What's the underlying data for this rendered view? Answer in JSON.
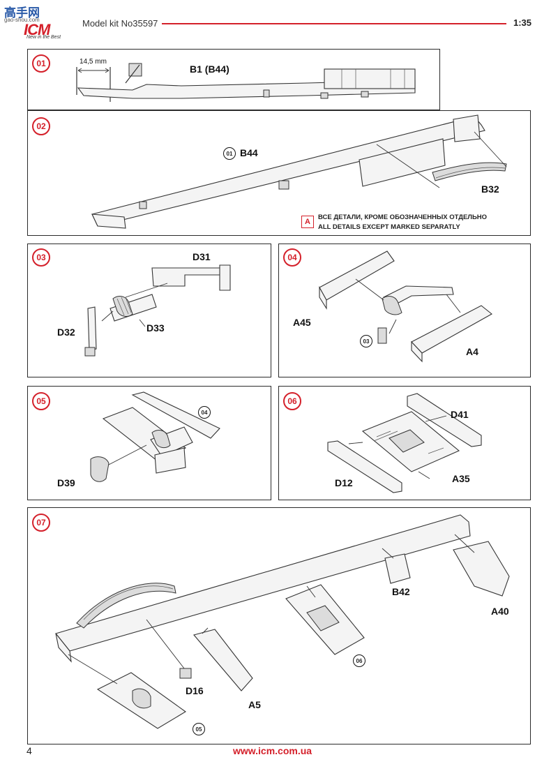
{
  "header": {
    "logo_cn": "高手网",
    "logo_url": "gao-shou.com",
    "logo_brand": "ICM",
    "logo_slogan": "New in the Best",
    "title": "Model kit No35597",
    "scale": "1:35",
    "accent_color": "#d4202a"
  },
  "steps": {
    "s01": {
      "num": "01",
      "part": "B1 (B44)",
      "dimension": "14,5 mm"
    },
    "s02": {
      "num": "02",
      "ref": "01",
      "part_a": "B44",
      "part_b": "B32",
      "note_mark": "A",
      "note_ru": "ВСЕ ДЕТАЛИ, КРОМЕ ОБОЗНАЧЕННЫХ ОТДЕЛЬНО",
      "note_en": "ALL DETAILS EXCEPT MARKED SEPARATLY"
    },
    "s03": {
      "num": "03",
      "part_a": "D31",
      "part_b": "D32",
      "part_c": "D33"
    },
    "s04": {
      "num": "04",
      "part_a": "A45",
      "part_b": "A4",
      "ref": "03"
    },
    "s05": {
      "num": "05",
      "part_a": "D39",
      "ref": "04"
    },
    "s06": {
      "num": "06",
      "part_a": "D41",
      "part_b": "D12",
      "part_c": "A35"
    },
    "s07": {
      "num": "07",
      "part_a": "B42",
      "part_b": "A40",
      "part_c": "D16",
      "part_d": "A5",
      "ref_a": "06",
      "ref_b": "05"
    }
  },
  "footer": {
    "page": "4",
    "url": "www.icm.com.ua"
  }
}
